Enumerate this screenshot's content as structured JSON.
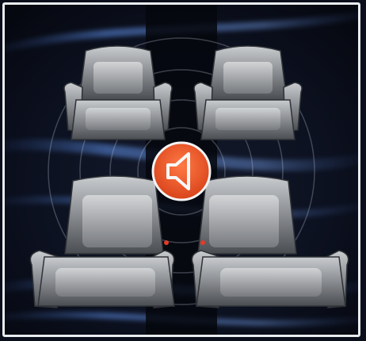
{
  "scene": {
    "speaker": {
      "icon": "speaker-icon",
      "active": true
    },
    "seats": [
      {
        "id": "front-left",
        "icon": "car-seat-icon"
      },
      {
        "id": "front-right",
        "icon": "car-seat-icon"
      },
      {
        "id": "rear-left",
        "icon": "car-seat-icon"
      },
      {
        "id": "rear-right",
        "icon": "car-seat-icon"
      }
    ],
    "sound_wave_rings": 4
  },
  "colors": {
    "frame": "#e9ecef",
    "background": "#0b0f1c",
    "accent_blue": "#3b63a6",
    "speaker_orange": "#ef5b2a",
    "speaker_border": "#f4f4f4",
    "seat": "#8d9094",
    "seat_highlight": "#d4d6d8",
    "seat_shadow": "#3f4246"
  }
}
